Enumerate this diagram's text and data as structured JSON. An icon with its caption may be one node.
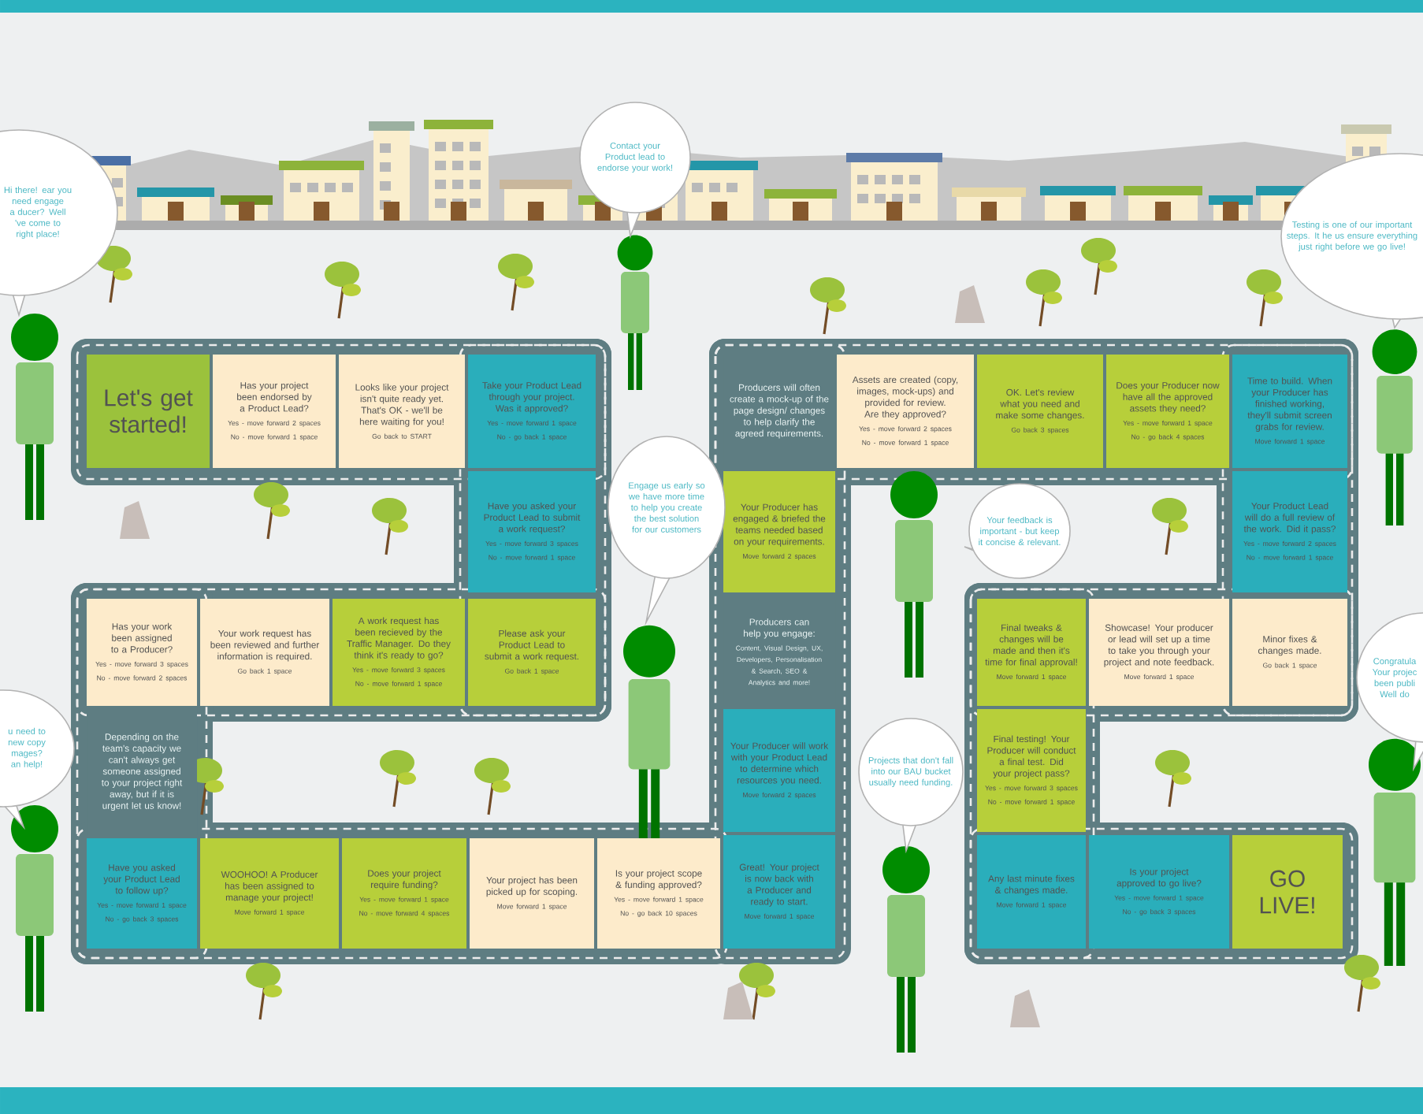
{
  "diagram": {
    "nodes": [
      {
        "text": [
          "Let's get started!"
        ]
      },
      {
        "text": [
          "Has your project been endorsed by a Product Lead?",
          "Yes - move forward 2 spaces",
          "No - move forward 1 space"
        ]
      },
      {
        "text": [
          "Looks like your project isn't quite ready yet. That's OK - we'll be here waiting for you!",
          "Go back to START"
        ]
      },
      {
        "text": [
          "Take your Product Lead through your project. Was it approved?",
          "Yes - move forward 1 space",
          "No - go back 1 space"
        ]
      },
      {
        "text": [
          "Have you asked your Product Lead to submit a work request?",
          "Yes - move forward 3 spaces",
          "No - move forward 1 space"
        ]
      },
      {
        "text": [
          "Please ask your Product Lead to submit a work request.",
          "Go back 1 space"
        ]
      },
      {
        "text": [
          "A work request has been recieved by the Traffic Manager. Do they think it's ready to go?",
          "Yes - move forward 3 spaces",
          "No - move forward 1 space"
        ]
      },
      {
        "text": [
          "Your work request has been reviewed and further information is required.",
          "Go back 1 space"
        ]
      },
      {
        "text": [
          "Has your work been assigned to a Producer?",
          "Yes - move forward 3 spaces",
          "No - move forward 2 spaces"
        ]
      },
      {
        "text": [
          "Depending on the team's capacity we can't always get someone assigned to your project right away, but if it is urgent let us know!"
        ]
      },
      {
        "text": [
          "Have you asked your Product Lead to follow up?",
          "Yes - move forward 1 space",
          "No - go back 3 spaces"
        ]
      },
      {
        "text": [
          "WOOHOO! A Producer has been assigned to manage your project!",
          "Move forward 1 space"
        ]
      },
      {
        "text": [
          "Does your project require funding?",
          "Yes - move forward 1 space",
          "No - move forward 4 spaces"
        ]
      },
      {
        "text": [
          "Your project has been picked up for scoping.",
          "Move forward 1 space"
        ]
      },
      {
        "text": [
          "Is your project scope & funding approved?",
          "Yes - move forward 1 space",
          "No - go back 10 spaces"
        ]
      },
      {
        "text": [
          "Great! Your project is now back with a Producer and ready to start.",
          "Move forward 1 space"
        ]
      },
      {
        "text": [
          "Your Producer will work with your Product Lead to determine which resources you need.",
          "Move forward 2 spaces"
        ]
      },
      {
        "text": [
          "Producers can help you engage:",
          "Content, Visual Design, UX, Developers, Personalisation & Search, SEO & Analytics and more!"
        ]
      },
      {
        "text": [
          "Your Producer has engaged & briefed the teams needed based on your requirements.",
          "Move forward 2 spaces"
        ]
      },
      {
        "text": [
          "Producers will often create a mock-up of the page design/ changes to help clarify the agreed requirements."
        ]
      },
      {
        "text": [
          "Assets are created (copy, images, mock-ups) and provided for review. Are they approved?",
          "Yes - move forward 2 spaces",
          "No - move forward 1 space"
        ]
      },
      {
        "text": [
          "OK. Let's review what you need and make some changes.",
          "Go back 3 spaces"
        ]
      },
      {
        "text": [
          "Does your Producer now have all the approved assets they need?",
          "Yes - move forward 1 space",
          "No - go back 4 spaces"
        ]
      },
      {
        "text": [
          "Time to build. When your Producer has finished working, they'll submit screen grabs for review.",
          "Move forward 1 space"
        ]
      },
      {
        "text": [
          "Your Product Lead will do a full review of the work. Did it pass?",
          "Yes - move forward 2 spaces",
          "No - move forward 1 space"
        ]
      },
      {
        "text": [
          "Minor fixes & changes made.",
          "Go back 1 space"
        ]
      },
      {
        "text": [
          "Showcase! Your producer or lead will set up a time to take you through your project and note feedback.",
          "Move forward 1 space"
        ]
      },
      {
        "text": [
          "Final tweaks & changes will be made and then it's time for final approval!",
          "Move forward 1 space"
        ]
      },
      {
        "text": [
          "Final testing! Your Producer will conduct a final test. Did your project pass?",
          "Yes - move forward 3 spaces",
          "No - move forward 1 space"
        ]
      },
      {
        "text": [
          "Any last minute fixes & changes made.",
          "Move forward 1 space"
        ]
      },
      {
        "text": [
          "Is your project approved to go live?",
          "Yes - move forward 1 space",
          "No - go back 3 spaces"
        ]
      },
      {
        "text": [
          "GO LIVE!"
        ]
      },
      {
        "text": [
          "Hi there! ear you need engage a ducer? Well 've come to right place!"
        ]
      },
      {
        "text": [
          "Contact your Product lead to endorse your work!"
        ]
      },
      {
        "text": [
          "Testing is one of our important steps. It he us ensure everything just right before we go live!"
        ]
      },
      {
        "text": [
          "Engage us early so we have more time to help you create the best solution for our customers"
        ]
      },
      {
        "text": [
          "Your feedback is important - but keep it concise & relevant."
        ]
      },
      {
        "text": [
          "u need to new copy mages? an help!"
        ]
      },
      {
        "text": [
          "Projects that don't fall into our BAU bucket usually need funding."
        ]
      },
      {
        "text": [
          "Congratula Your projec been publi Well do"
        ]
      }
    ]
  }
}
